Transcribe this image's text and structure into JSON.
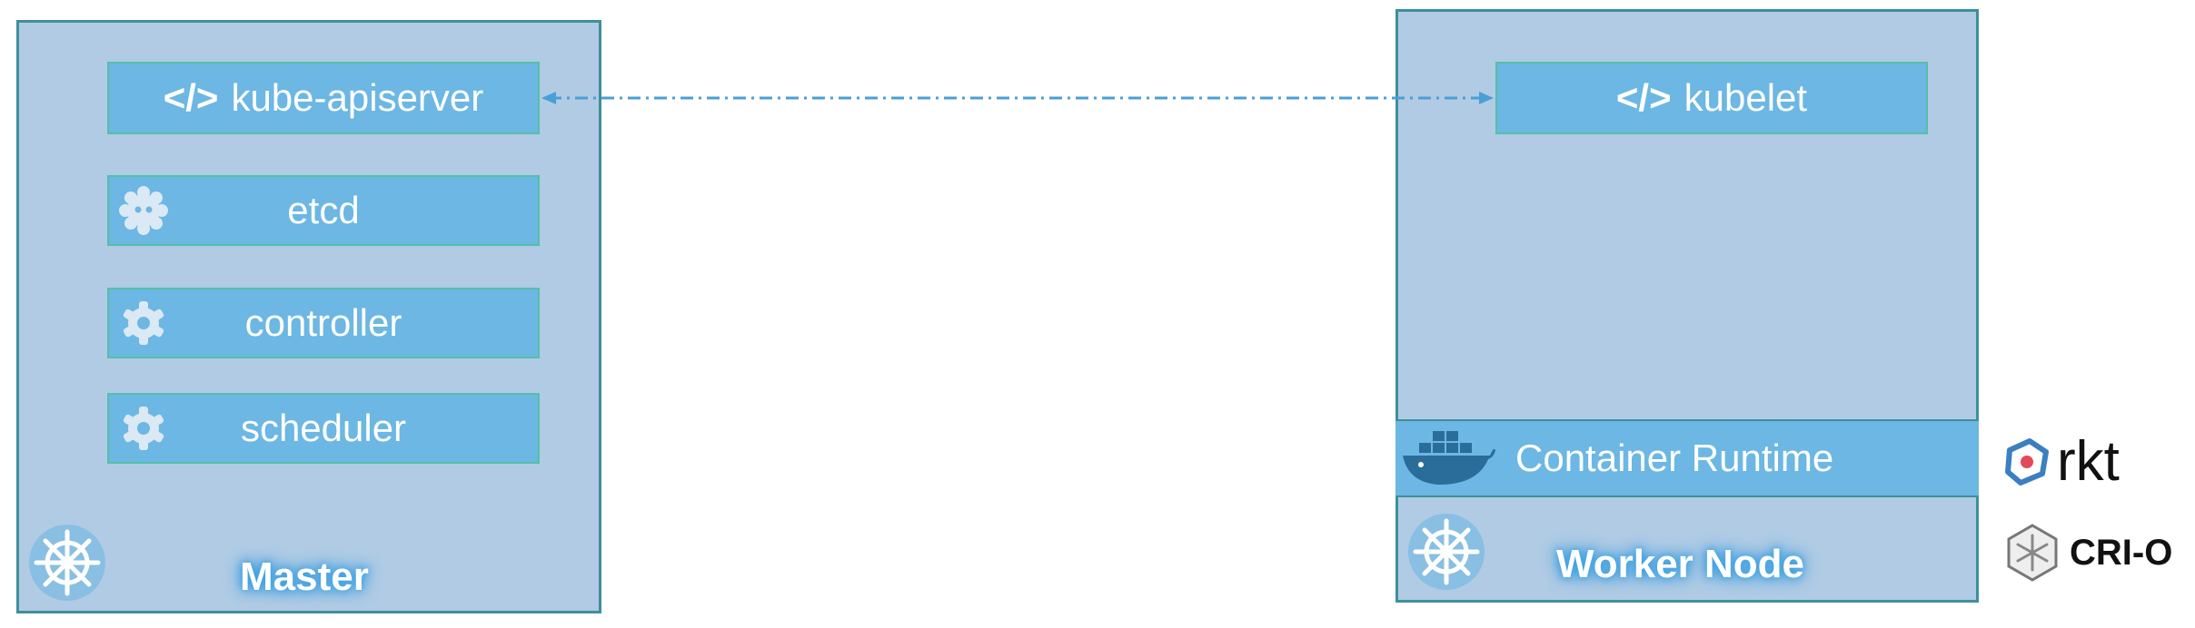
{
  "master": {
    "label": "Master",
    "components": {
      "apiserver": {
        "code": "</>",
        "label": "kube-apiserver"
      },
      "etcd": {
        "label": "etcd"
      },
      "controller": {
        "label": "controller"
      },
      "scheduler": {
        "label": "scheduler"
      }
    }
  },
  "worker": {
    "label": "Worker Node",
    "kubelet": {
      "code": "</>",
      "label": "kubelet"
    },
    "runtime": {
      "label": "Container Runtime",
      "icon": "docker-whale-icon"
    }
  },
  "alternatives": {
    "rkt": {
      "label": "rkt",
      "icon": "rkt-icon"
    },
    "crio": {
      "label": "CRI-O",
      "icon": "crio-icon"
    }
  },
  "colors": {
    "panel": "#b1cbe4",
    "panel_border": "#3f8f9a",
    "component": "#6cb7e3",
    "component_border": "#56bfa7",
    "connector": "#4a9fd6"
  }
}
